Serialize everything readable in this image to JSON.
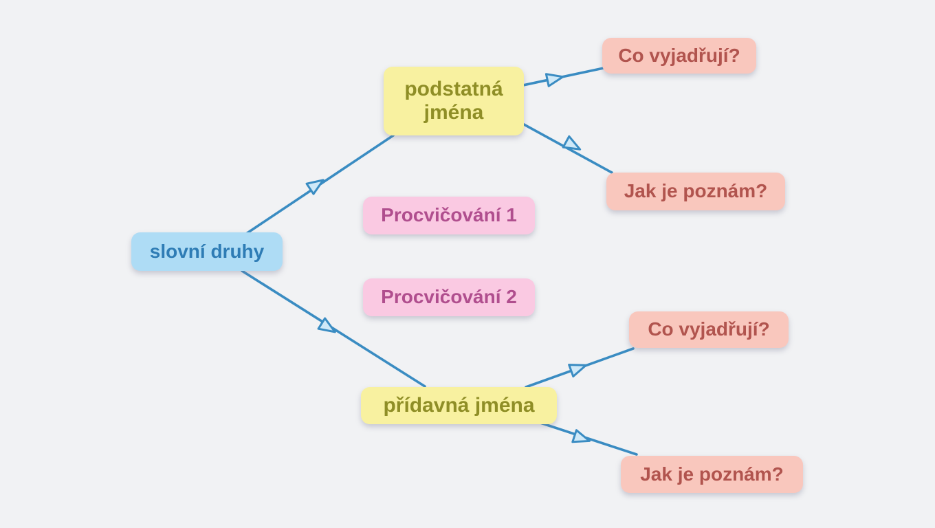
{
  "palette": {
    "canvas_bg": "#f1f2f4",
    "edge": "#3a8cc2",
    "arrow_fill": "#cfe9f8",
    "root_bg": "#aedcf5",
    "root_text": "#2e7cb5",
    "topic_bg": "#f8f1a0",
    "topic_text": "#8f8e26",
    "leaf_bg": "#f9c7bd",
    "leaf_text": "#b1544e",
    "practice_bg": "#fac9e2",
    "practice_text": "#b04e8e"
  },
  "mindmap": {
    "root": {
      "label": "slovní druhy"
    },
    "nodes": [
      {
        "id": "noun",
        "label": "podstatná jména",
        "type": "topic"
      },
      {
        "id": "noun-what",
        "label": "Co vyjadřují?",
        "type": "leaf"
      },
      {
        "id": "noun-how",
        "label": "Jak je poznám?",
        "type": "leaf"
      },
      {
        "id": "practice-1",
        "label": "Procvičování 1",
        "type": "practice"
      },
      {
        "id": "practice-2",
        "label": "Procvičování 2",
        "type": "practice"
      },
      {
        "id": "adjective",
        "label": "přídavná jména",
        "type": "topic"
      },
      {
        "id": "adj-what",
        "label": "Co vyjadřují?",
        "type": "leaf"
      },
      {
        "id": "adj-how",
        "label": "Jak je poznám?",
        "type": "leaf"
      }
    ],
    "edges": [
      {
        "from": "root",
        "to": "noun"
      },
      {
        "from": "root",
        "to": "adjective"
      },
      {
        "from": "noun",
        "to": "noun-what"
      },
      {
        "from": "noun",
        "to": "noun-how"
      },
      {
        "from": "adjective",
        "to": "adj-what"
      },
      {
        "from": "adjective",
        "to": "adj-how"
      }
    ]
  }
}
